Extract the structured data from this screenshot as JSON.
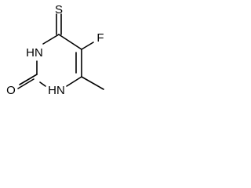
{
  "molecule": {
    "atoms": {
      "S": "S",
      "F": "F",
      "NH_top": "HN",
      "NH_bottom": "HN",
      "O": "O"
    }
  },
  "colors": {
    "ink": "#000000",
    "background": "#ffffff"
  }
}
